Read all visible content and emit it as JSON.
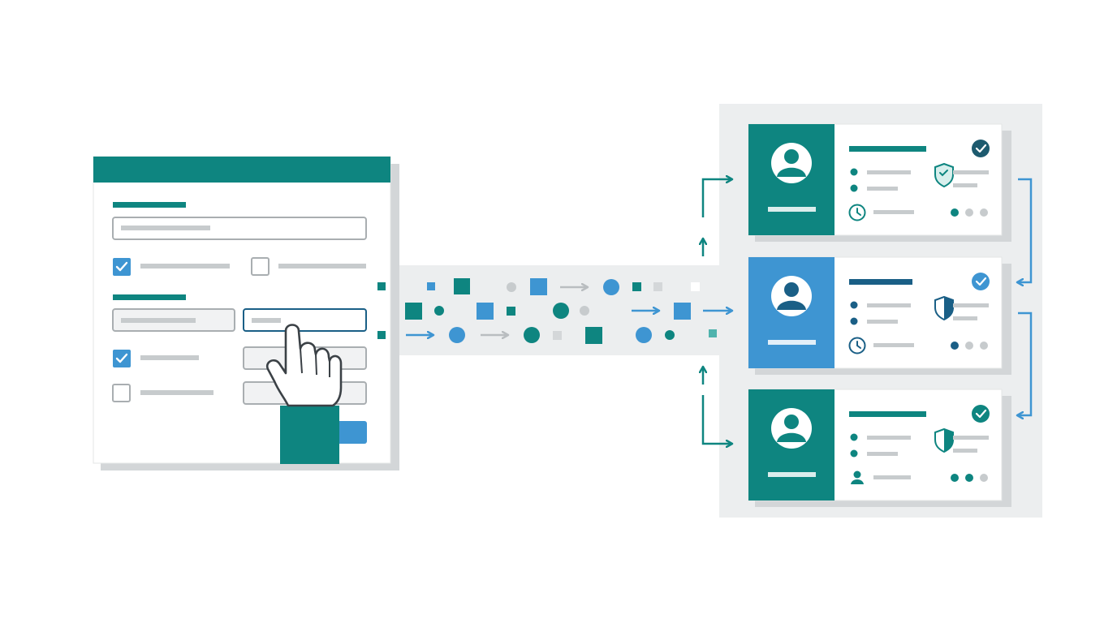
{
  "colors": {
    "teal": "#0e8580",
    "blue": "#3e95d2",
    "navy": "#1a5f86",
    "grey_line": "#c7cbcd",
    "grey_panel": "#eceeef",
    "border": "#9ea3a6",
    "shadow": "#d3d6d8",
    "white": "#ffffff",
    "hand_outline": "#3b4146"
  },
  "form": {
    "checkboxes": [
      {
        "row": "left-1",
        "checked": true
      },
      {
        "row": "right-1",
        "checked": false
      },
      {
        "row": "left-2",
        "checked": true
      },
      {
        "row": "left-3",
        "checked": false
      }
    ],
    "submit_button_color": "blue",
    "cursor_icon": "pointing-hand-icon"
  },
  "data_stream": {
    "description_icons": [
      "square-particle",
      "circle-particle",
      "arrow-icon"
    ]
  },
  "profile_cards": [
    {
      "id": "card-1",
      "accent": "teal",
      "avatar_icon": "user-avatar-icon",
      "status_icon": "check-circle-icon",
      "badge_icon": "shield-check-icon",
      "meta_icon": "clock-icon",
      "dots": [
        "teal",
        "grey",
        "grey"
      ]
    },
    {
      "id": "card-2",
      "accent": "blue",
      "avatar_icon": "user-avatar-icon",
      "status_icon": "check-circle-icon",
      "badge_icon": "shield-half-icon",
      "meta_icon": "clock-icon",
      "dots": [
        "navy",
        "grey",
        "grey"
      ]
    },
    {
      "id": "card-3",
      "accent": "teal",
      "avatar_icon": "user-avatar-icon",
      "status_icon": "check-circle-icon",
      "badge_icon": "shield-half-icon",
      "meta_icon": "person-icon",
      "dots": [
        "teal",
        "teal",
        "grey"
      ]
    }
  ]
}
